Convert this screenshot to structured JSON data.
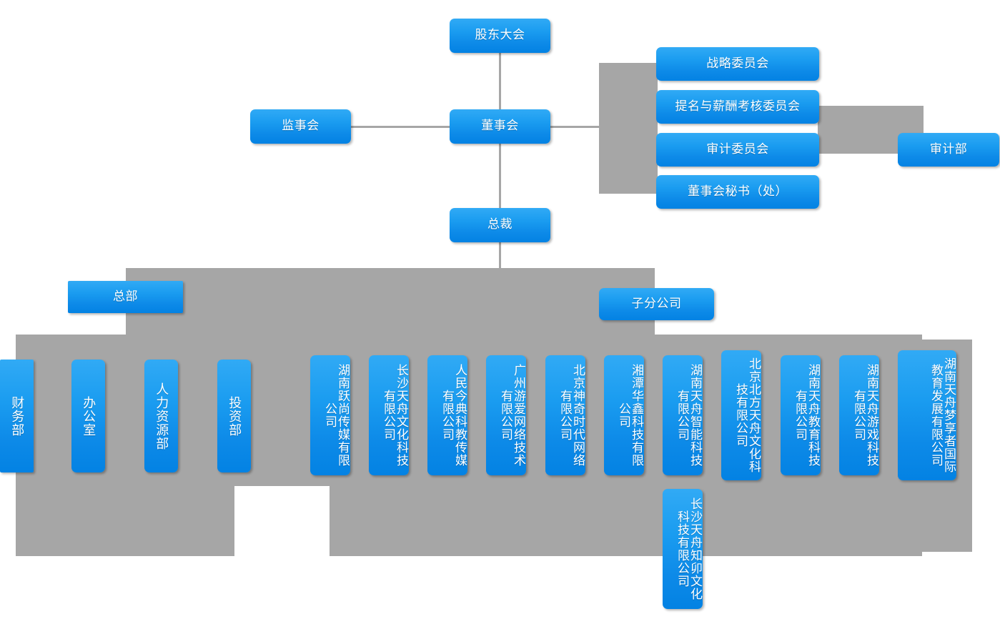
{
  "colors": {
    "box_top": "#31aaf5",
    "box_bottom": "#0382e3",
    "connector_gray": "#a6a6a6",
    "text": "#ffffff",
    "background": "#ffffff"
  },
  "governance": {
    "shareholders_meeting": "股东大会",
    "board_of_directors": "董事会",
    "board_of_supervisors": "监事会",
    "president": "总裁"
  },
  "committees": [
    {
      "label": "战略委员会"
    },
    {
      "label": "提名与薪酬考核委员会"
    },
    {
      "label": "审计委员会"
    },
    {
      "label": "董事会秘书（处）"
    }
  ],
  "audit_department": "审计部",
  "group_headers": {
    "headquarters": "总部",
    "subsidiaries": "子分公司"
  },
  "departments": [
    {
      "label": "财务部"
    },
    {
      "label": "办公室"
    },
    {
      "label": "人力资源部"
    },
    {
      "label": "投资部"
    }
  ],
  "subsidiaries": [
    {
      "label": "湖南跃尚传媒有限公司"
    },
    {
      "label": "长沙天舟文化科技有限公司"
    },
    {
      "label": "人民今典科教传媒有限公司"
    },
    {
      "label": "广州游爱网络技术有限公司"
    },
    {
      "label": "北京神奇时代网络有限公司"
    },
    {
      "label": "湘潭华鑫科技有限公司"
    },
    {
      "label": "湖南天舟智能科技有限公司"
    },
    {
      "label": "北京北方天舟文化科技有限公司"
    },
    {
      "label": "湖南天舟教育科技有限公司"
    },
    {
      "label": "湖南天舟游戏科技有限公司"
    },
    {
      "label": "湖南天舟梦享者国际教育发展有限公司"
    }
  ],
  "subsidiaries_second_row": [
    {
      "label": "长沙天舟知卯文化科技有限公司"
    }
  ]
}
